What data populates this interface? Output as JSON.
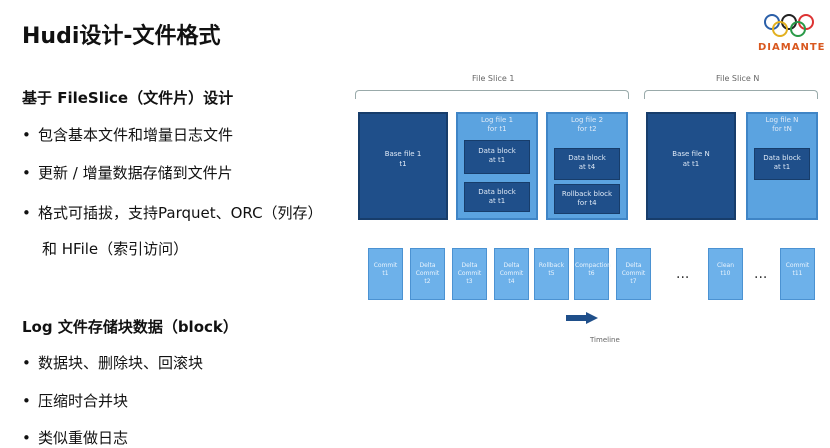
{
  "title": "Hudi设计-文件格式",
  "logo": {
    "text": "DIAMANTE",
    "icon": "olympic-rings-logo"
  },
  "section1": {
    "heading": "基于 FileSlice（文件片）设计",
    "bullets": [
      "包含基本文件和增量日志文件",
      "更新 / 增量数据存储到文件片",
      "格式可插拔，支持Parquet、ORC（列存）"
    ],
    "bullet3_cont": "和 HFile（索引访问）"
  },
  "section2": {
    "heading": "Log 文件存储块数据（block）",
    "bullets": [
      "数据块、删除块、回滚块",
      "压缩时合并块",
      "类似重做日志"
    ]
  },
  "diagram": {
    "slice1_label": "File Slice 1",
    "sliceN_label": "File Slice N",
    "base_file_1": [
      "Base file 1",
      "t1"
    ],
    "log_file_1": [
      "Log file 1",
      "for t1"
    ],
    "log_file_2": [
      "Log file 2",
      "for t2"
    ],
    "data_block_1": [
      "Data block",
      "at t1"
    ],
    "data_block_2": [
      "Data block",
      "at t1"
    ],
    "data_block_3": [
      "Data block",
      "at t4"
    ],
    "rollback_block": [
      "Rollback block",
      "for t4"
    ],
    "base_file_n": [
      "Base file N",
      "at t1"
    ],
    "log_file_n": [
      "Log file N",
      "for tN"
    ],
    "data_block_n": [
      "Data block",
      "at t1"
    ],
    "timeline_blocks": [
      [
        "Commit",
        "t1"
      ],
      [
        "Delta",
        "Commit",
        "t2"
      ],
      [
        "Delta",
        "Commit",
        "t3"
      ],
      [
        "Delta",
        "Commit",
        "t4"
      ],
      [
        "Rollback",
        "t5"
      ],
      [
        "Compaction",
        "t6"
      ],
      [
        "Delta",
        "Commit",
        "t7"
      ],
      [
        "Clean",
        "t10"
      ],
      [
        "Commit",
        "t11"
      ]
    ],
    "ellipsis": "...",
    "arrow_label": "Timeline"
  }
}
